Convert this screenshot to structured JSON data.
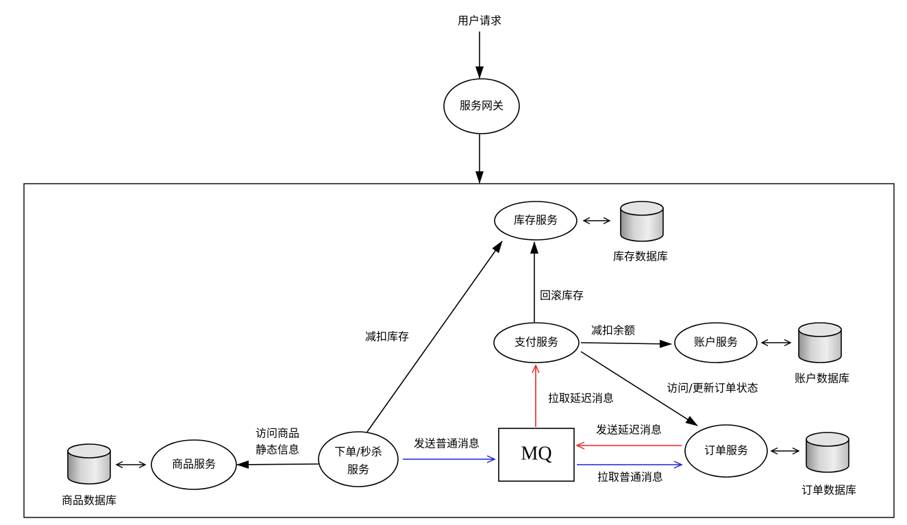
{
  "colors": {
    "black": "#000000",
    "red": "#e8251f",
    "blue": "#1f1fe0"
  },
  "nodes": {
    "entry": {
      "label": "用户请求"
    },
    "gateway": {
      "label": "服务网关"
    },
    "inventory_service": {
      "label": "库存服务"
    },
    "inventory_db": {
      "label": "库存数据库"
    },
    "payment_service": {
      "label": "支付服务"
    },
    "account_service": {
      "label": "账户服务"
    },
    "account_db": {
      "label": "账户数据库"
    },
    "order_service": {
      "label": "订单服务"
    },
    "order_db": {
      "label": "订单数据库"
    },
    "mq": {
      "label": "MQ"
    },
    "seckill_service": {
      "line1": "下单/秒杀",
      "line2": "服务"
    },
    "product_service": {
      "label": "商品服务"
    },
    "product_db": {
      "label": "商品数据库"
    }
  },
  "edges": {
    "rollback_inventory": "回滚库存",
    "deduct_balance": "减扣余额",
    "update_order_status": "访问/更新订单状态",
    "pull_delayed_message": "拉取延迟消息",
    "send_delayed_message": "发送延迟消息",
    "pull_normal_message": "拉取普通消息",
    "send_normal_message": "发送普通消息",
    "deduct_inventory": "减扣库存",
    "access_product_line1": "访问商品",
    "access_product_line2": "静态信息"
  }
}
